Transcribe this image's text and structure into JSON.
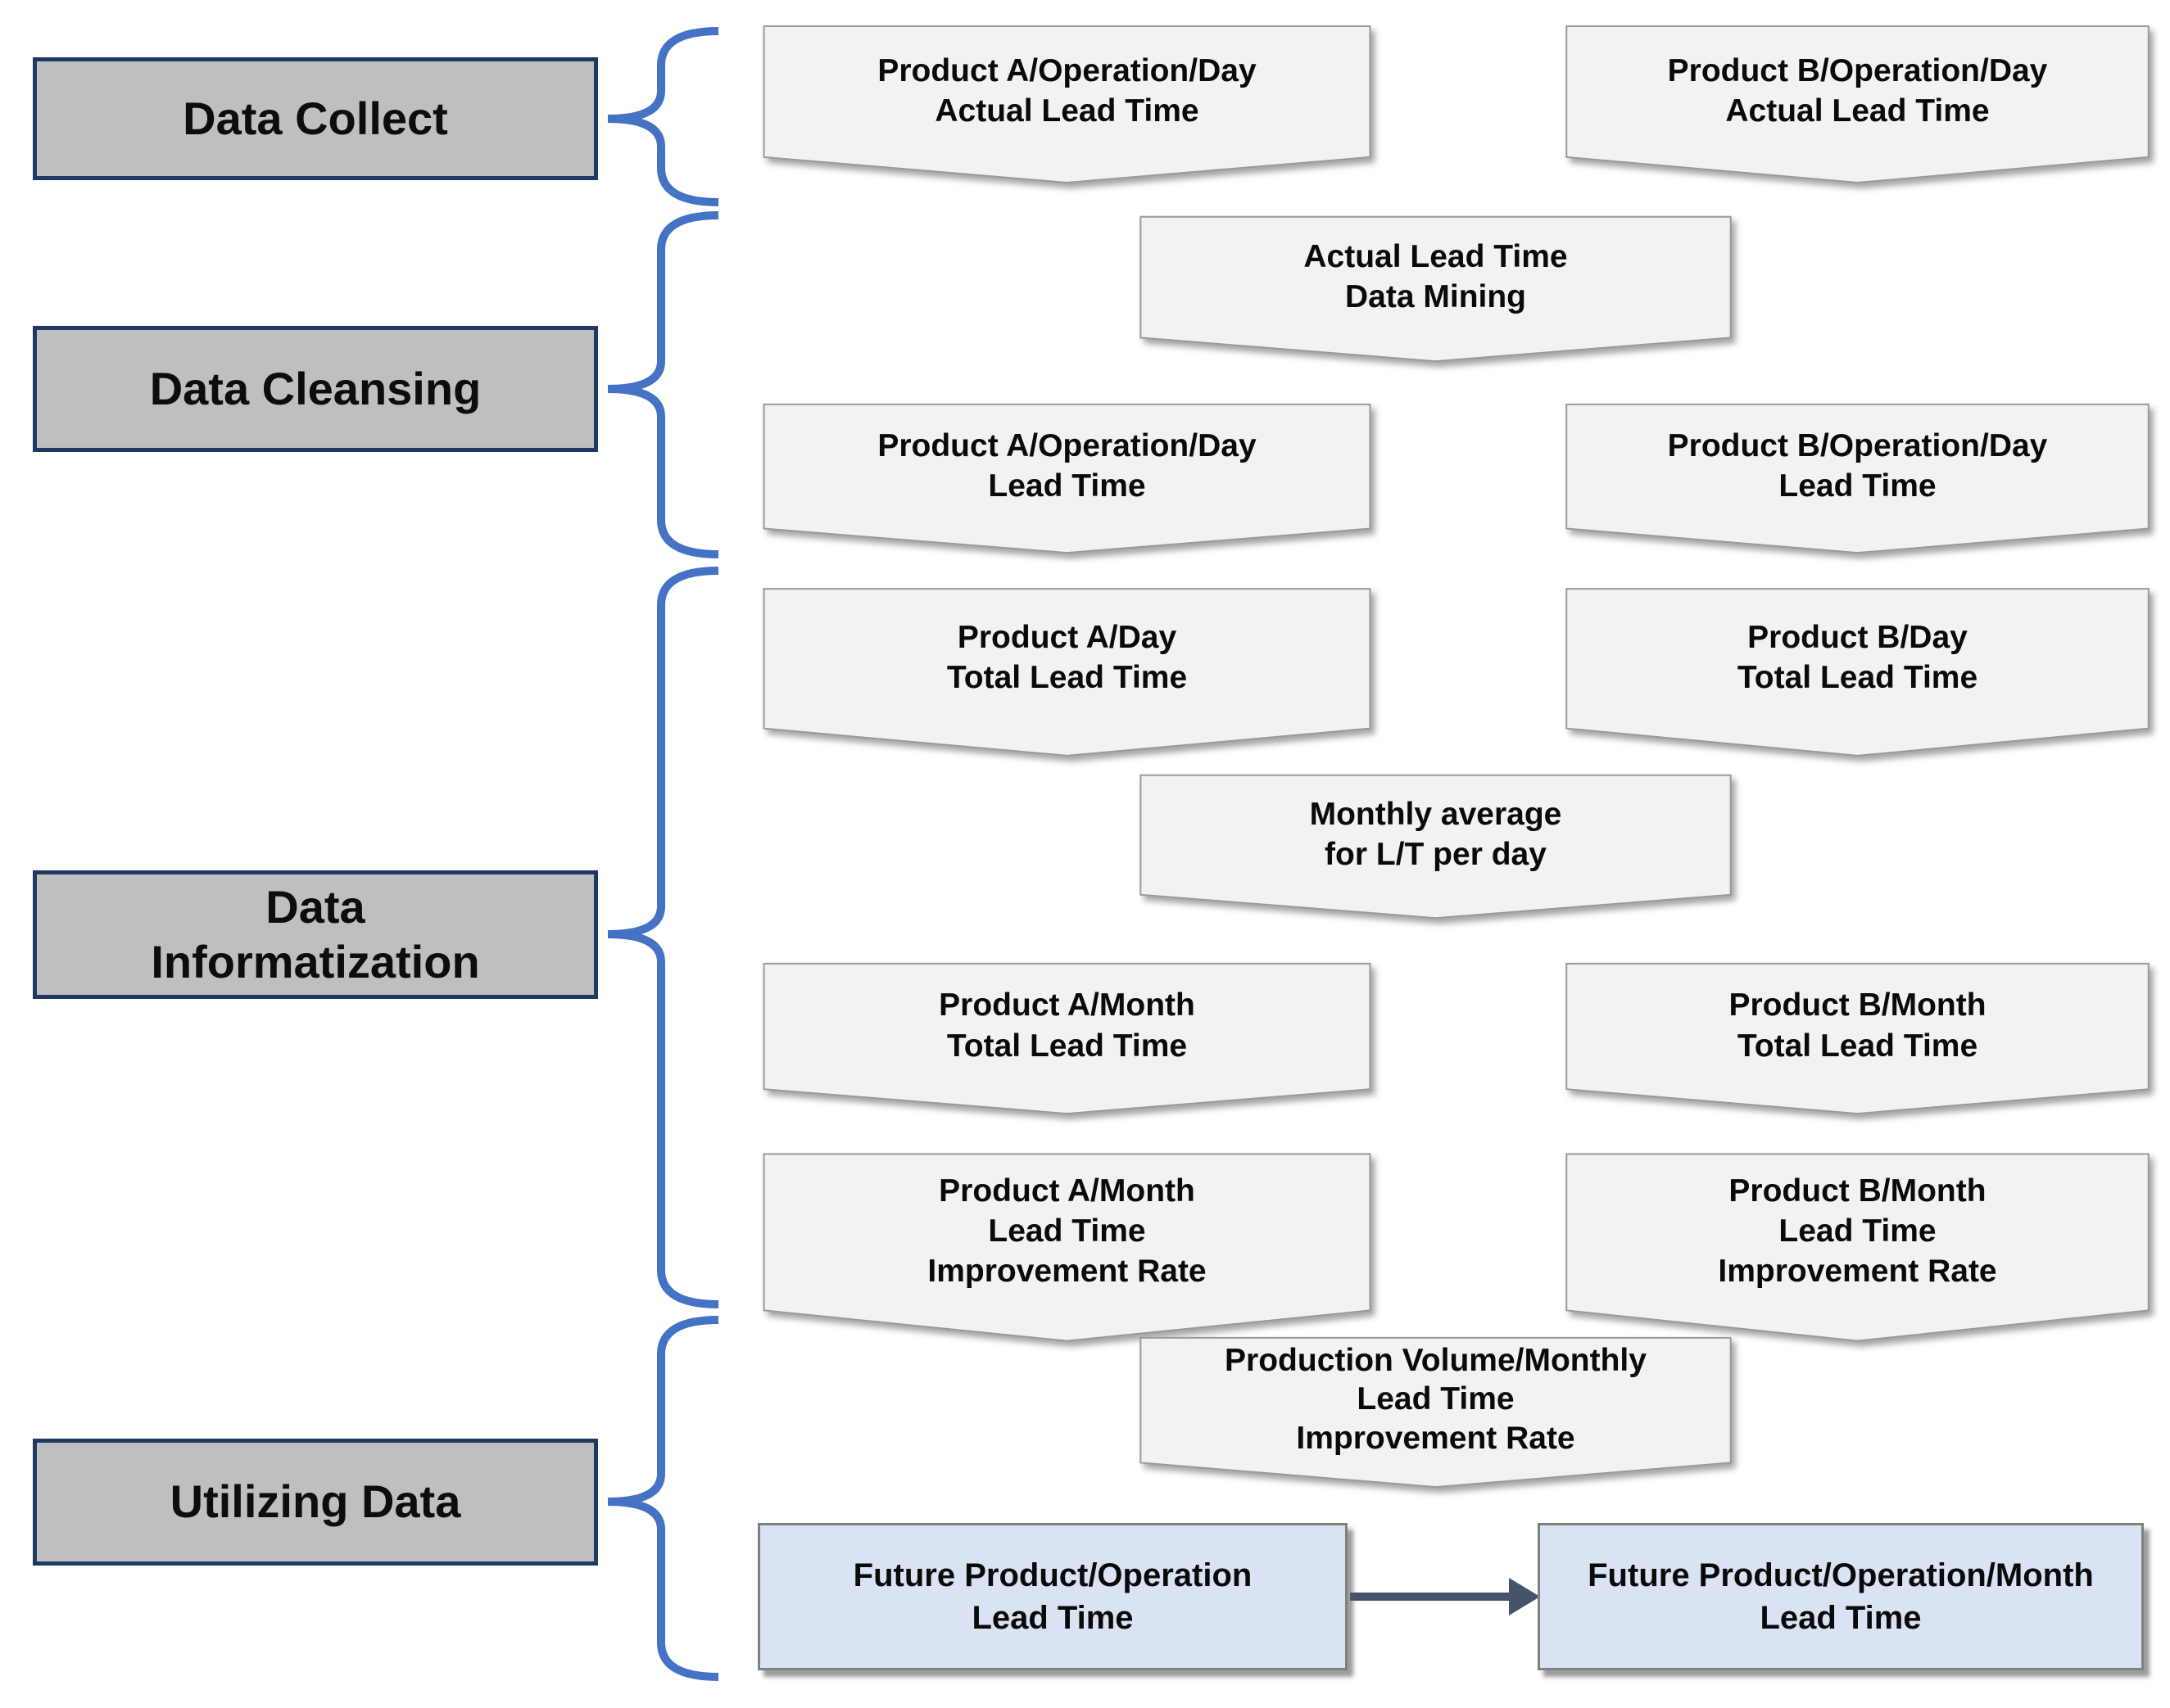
{
  "stages": {
    "collect": "Data Collect",
    "cleansing": "Data Cleansing",
    "informatization": "Data\nInformatization",
    "utilizing": "Utilizing Data"
  },
  "nodes": {
    "a_op_day_actual": "Product A/Operation/Day\nActual Lead Time",
    "b_op_day_actual": "Product B/Operation/Day\nActual Lead Time",
    "actual_lt_mining": "Actual Lead Time\nData Mining",
    "a_op_day_lt": "Product A/Operation/Day\nLead Time",
    "b_op_day_lt": "Product B/Operation/Day\nLead Time",
    "a_day_total": "Product A/Day\nTotal Lead Time",
    "b_day_total": "Product B/Day\nTotal Lead Time",
    "monthly_avg": "Monthly average\nfor L/T per day",
    "a_month_total": "Product A/Month\nTotal Lead Time",
    "b_month_total": "Product B/Month\nTotal Lead Time",
    "a_month_impr": "Product A/Month\nLead Time\nImprovement Rate",
    "b_month_impr": "Product B/Month\nLead Time\nImprovement Rate",
    "prod_vol_impr": "Production Volume/Monthly\nLead Time\nImprovement Rate",
    "future_op_lt": "Future Product/Operation\nLead Time",
    "future_op_month_lt": "Future Product/Operation/Month\nLead Time"
  },
  "colors": {
    "stage_fill": "#bfbfbf",
    "stage_border": "#1f3864",
    "node_fill": "#f2f2f2",
    "node_border": "#9a9a9a",
    "result_fill": "#dae3f3",
    "result_border": "#808080",
    "brace": "#4472c4",
    "arrow": "#44546a"
  }
}
